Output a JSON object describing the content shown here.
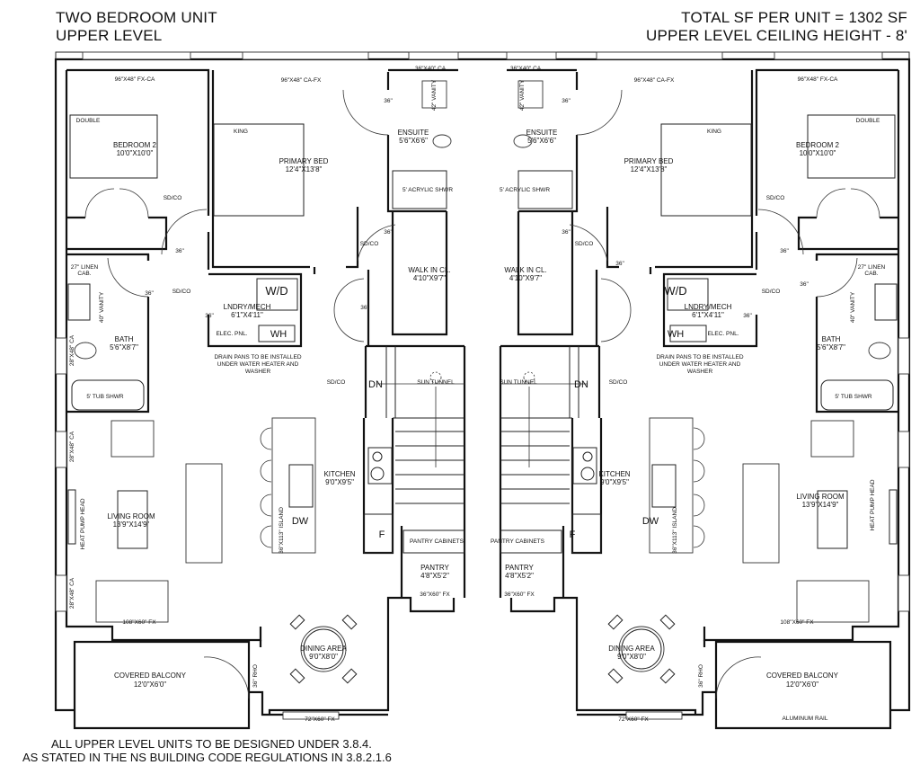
{
  "header": {
    "title_line1": "TWO BEDROOM UNIT",
    "title_line2": "UPPER LEVEL",
    "info_line1": "TOTAL SF PER UNIT = 1302 SF",
    "info_line2": "UPPER LEVEL CEILING HEIGHT - 8'"
  },
  "notes": {
    "line1": "ALL UPPER LEVEL UNITS TO BE DESIGNED UNDER 3.8.4.",
    "line2": "AS STATED IN THE NS BUILDING CODE REGULATIONS IN 3.8.2.1.6"
  },
  "left_unit": {
    "bedroom2": {
      "name": "BEDROOM 2",
      "size": "10'0\"X10'0\"",
      "bed": "DOUBLE",
      "window": "96\"X48\" FX-CA"
    },
    "primary": {
      "name": "PRIMARY BED",
      "size": "12'4\"X13'8\"",
      "bed": "KING",
      "window": "96\"X48\" CA-FX"
    },
    "ensuite": {
      "name": "ENSUITE",
      "size": "5'6\"X6'6\"",
      "window": "36\"X40\" CA",
      "vanity": "42\" VANITY",
      "shower": "5' ACRYLIC SHWR"
    },
    "walkin": {
      "name": "WALK IN CL.",
      "size": "4'10\"X9'7\""
    },
    "laundry": {
      "name": "LNDRY/MECH",
      "size": "6'1\"X4'11\"",
      "wd": "W/D",
      "wh": "WH",
      "panel": "ELEC. PNL.",
      "note1": "DRAIN PANS TO BE INSTALLED",
      "note2": "UNDER WATER HEATER AND",
      "note3": "WASHER"
    },
    "bath": {
      "name": "BATH",
      "size": "5'6\"X8'7\"",
      "linen1": "27\" LINEN",
      "linen2": "CAB.",
      "vanity": "40\" VANITY",
      "window": "28\"X48\" CA",
      "tub": "5' TUB SHWR"
    },
    "living": {
      "name": "LIVING ROOM",
      "size": "13'9\"X14'9\"",
      "heat_pump": "HEAT PUMP HEAD",
      "window_a": "28\"X48\" CA",
      "window_b": "28\"X48\" CA",
      "window_c": "108\"X60\" FX"
    },
    "kitchen": {
      "name": "KITCHEN",
      "size": "9'0\"X9'5\"",
      "island": "36\"X113\" ISLAND",
      "dw": "DW",
      "fridge": "F"
    },
    "pantry": {
      "name": "PANTRY",
      "size": "4'8\"X5'2\"",
      "cabinets": "PANTRY CABINETS",
      "window": "36\"X60\" FX"
    },
    "dining": {
      "name": "DINING AREA",
      "size": "9'0\"X8'0\"",
      "window": "72\"X60\" FX"
    },
    "balcony": {
      "name": "COVERED BALCONY",
      "size": "12'0\"X6'0\"",
      "door": "36\" RHO"
    },
    "stairs": {
      "dn": "DN",
      "sun_tunnel": "SUN TUNNEL"
    },
    "door_36": "36\"",
    "sdco": "SD/CO"
  },
  "right_unit": {
    "bedroom2": {
      "name": "BEDROOM 2",
      "size": "10'0\"X10'0\"",
      "bed": "DOUBLE",
      "window": "96\"X48\" FX-CA"
    },
    "primary": {
      "name": "PRIMARY BED",
      "size": "12'4\"X13'8\"",
      "bed": "KING",
      "window": "96\"X48\" CA-FX"
    },
    "ensuite": {
      "name": "ENSUITE",
      "size": "5'6\"X6'6\"",
      "window": "36\"X40\" CA",
      "vanity": "42\" VANITY",
      "shower": "5' ACRYLIC SHWR"
    },
    "walkin": {
      "name": "WALK IN CL.",
      "size": "4'10\"X9'7\""
    },
    "laundry": {
      "name": "LNDRY/MECH",
      "size": "6'1\"X4'11\"",
      "wd": "W/D",
      "wh": "WH",
      "panel": "ELEC. PNL.",
      "note1": "DRAIN PANS TO BE INSTALLED",
      "note2": "UNDER WATER HEATER AND",
      "note3": "WASHER"
    },
    "bath": {
      "name": "BATH",
      "size": "5'6\"X8'7\"",
      "linen1": "27\" LINEN",
      "linen2": "CAB.",
      "vanity": "40\" VANITY",
      "tub": "5' TUB SHWR"
    },
    "living": {
      "name": "LIVING ROOM",
      "size": "13'9\"X14'9\"",
      "heat_pump": "HEAT PUMP HEAD",
      "window_c": "108\"X60\" FX"
    },
    "kitchen": {
      "name": "KITCHEN",
      "size": "9'0\"X9'5\"",
      "island": "36\"X113\" ISLAND",
      "dw": "DW",
      "fridge": "F"
    },
    "pantry": {
      "name": "PANTRY",
      "size": "4'8\"X5'2\"",
      "cabinets": "PANTRY CABINETS",
      "window": "36\"X60\" FX"
    },
    "dining": {
      "name": "DINING AREA",
      "size": "9'0\"X8'0\"",
      "window": "72\"X60\" FX"
    },
    "balcony": {
      "name": "COVERED BALCONY",
      "size": "12'0\"X6'0\"",
      "door": "36\" RHO",
      "rail": "ALUMINUM RAIL"
    },
    "stairs": {
      "dn": "DN",
      "sun_tunnel": "SUN TUNNEL"
    },
    "door_36": "36\"",
    "sdco": "SD/CO"
  }
}
